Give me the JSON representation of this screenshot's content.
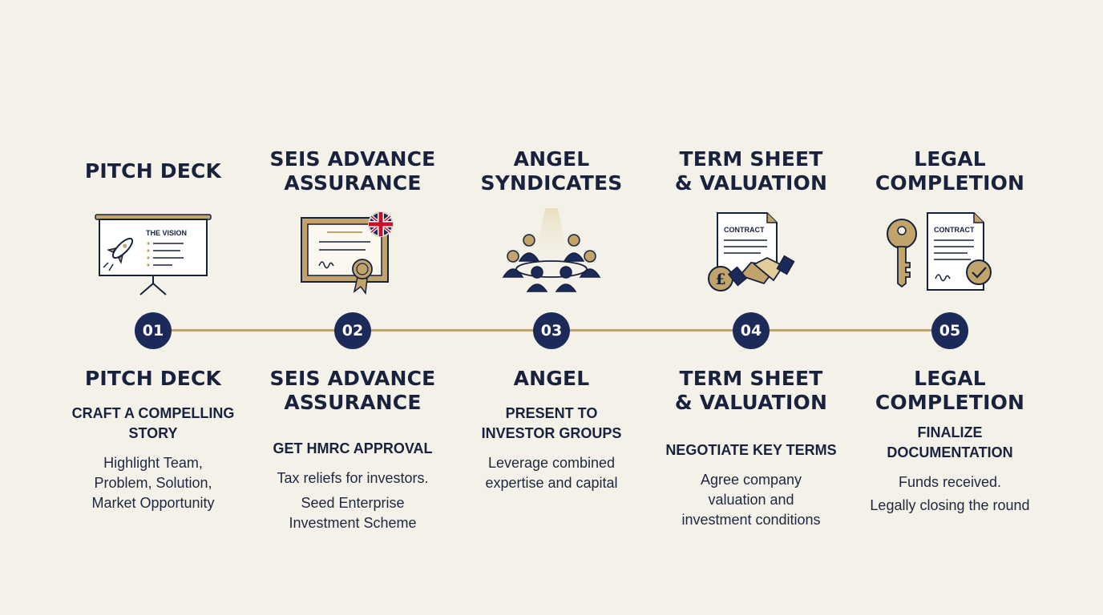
{
  "steps": [
    {
      "top_title_lines": [
        "PITCH DECK"
      ],
      "number": "01",
      "bottom_title_lines": [
        "PITCH DECK"
      ],
      "subtitle_lines": [
        "CRAFT A COMPELLING",
        "STORY"
      ],
      "description_lines": [
        "Highlight Team,",
        "Problem, Solution,",
        "Market Opportunity"
      ],
      "icon": "presentation-board-icon",
      "icon_text": "THE VISION"
    },
    {
      "top_title_lines": [
        "SEIS ADVANCE",
        "ASSURANCE"
      ],
      "number": "02",
      "bottom_title_lines": [
        "SEIS ADVANCE",
        "ASSURANCE"
      ],
      "subtitle_lines": [
        "GET HMRC APPROVAL"
      ],
      "description_lines": [
        "Tax reliefs for investors.",
        "Seed Enterprise",
        "Investment Scheme"
      ],
      "icon": "certificate-icon",
      "icon_text": ""
    },
    {
      "top_title_lines": [
        "ANGEL",
        "SYNDICATES"
      ],
      "number": "03",
      "bottom_title_lines": [
        "ANGEL"
      ],
      "subtitle_lines": [
        "PRESENT TO",
        "INVESTOR GROUPS"
      ],
      "description_lines": [
        "Leverage combined",
        "expertise and capital"
      ],
      "icon": "investor-group-icon",
      "icon_text": ""
    },
    {
      "top_title_lines": [
        "TERM SHEET",
        "& VALUATION"
      ],
      "number": "04",
      "bottom_title_lines": [
        "TERM SHEET",
        "& VALUATION"
      ],
      "subtitle_lines": [
        "NEGOTIATE KEY TERMS"
      ],
      "description_lines": [
        "Agree company",
        "valuation and",
        "investment conditions"
      ],
      "icon": "contract-handshake-icon",
      "icon_text": "CONTRACT"
    },
    {
      "top_title_lines": [
        "LEGAL",
        "COMPLETION"
      ],
      "number": "05",
      "bottom_title_lines": [
        "LEGAL",
        "COMPLETION"
      ],
      "subtitle_lines": [
        "FINALIZE",
        "DOCUMENTATION"
      ],
      "description_lines": [
        "Funds received.",
        "Legally closing the round"
      ],
      "icon": "key-contract-icon",
      "icon_text": "CONTRACT"
    }
  ],
  "colors": {
    "background": "#f4f1e8",
    "navy": "#1c2a5a",
    "gold": "#c2a46a",
    "text": "#18223f"
  }
}
